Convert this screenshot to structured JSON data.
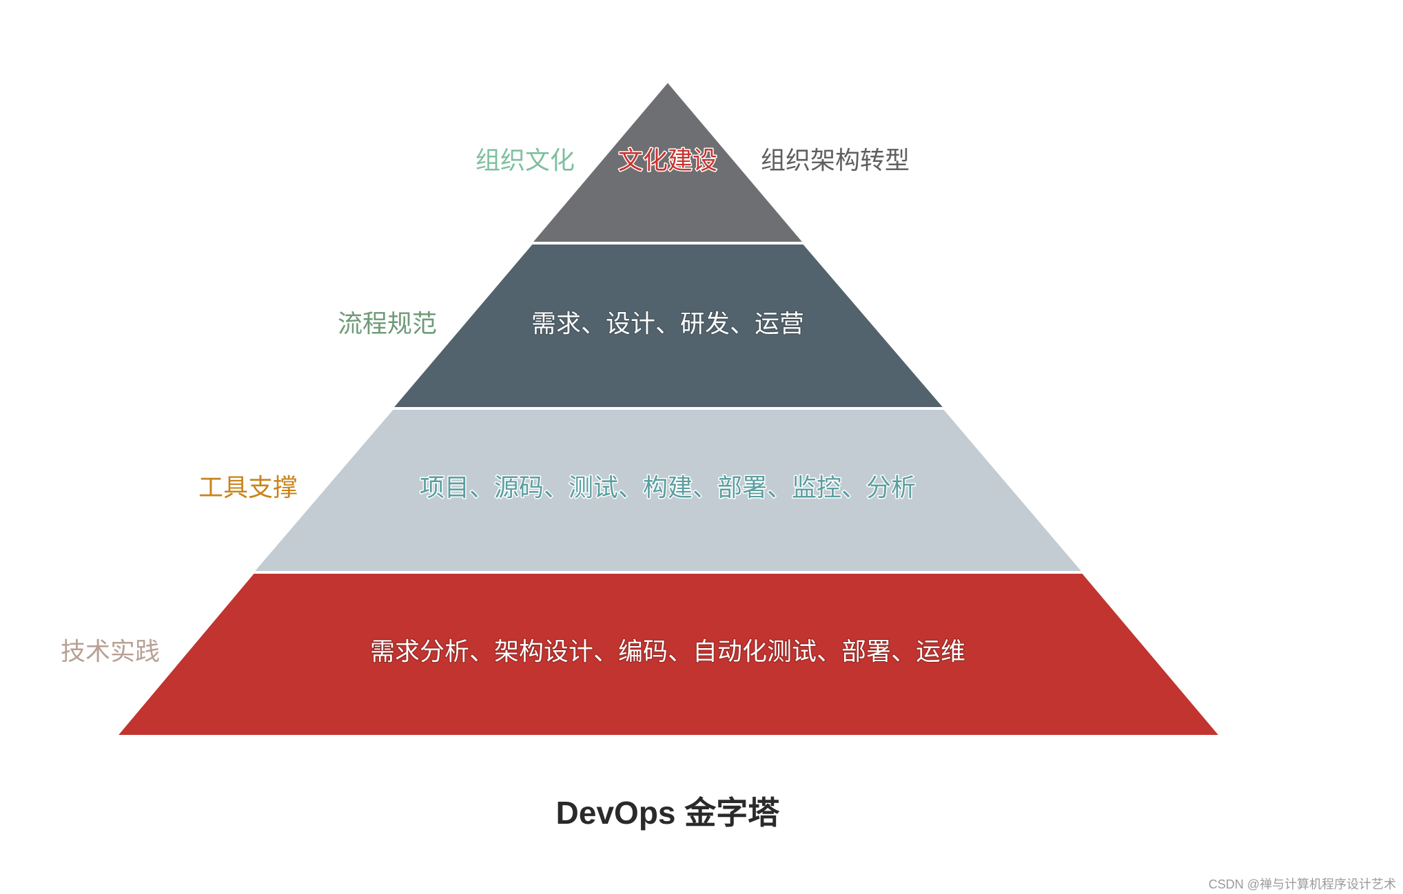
{
  "diagram": {
    "title": "DevOps 金字塔",
    "levels": [
      {
        "left_label": "组织文化",
        "center_text": "文化建设",
        "right_label": "组织架构转型",
        "fill_color": "#6e6f73",
        "left_label_color": "#7fbf9e",
        "center_text_color": "#c8332e",
        "right_label_color": "#5f5f5f"
      },
      {
        "left_label": "流程规范",
        "center_text": "需求、设计、研发、运营",
        "fill_color": "#53636d",
        "left_label_color": "#6f9a78",
        "center_text_color": "#ffffff"
      },
      {
        "left_label": "工具支撑",
        "center_text": "项目、源码、测试、构建、部署、监控、分析",
        "fill_color": "#c3ccd3",
        "left_label_color": "#c9831b",
        "center_text_color": "#5a9ea0"
      },
      {
        "left_label": "技术实践",
        "center_text": "需求分析、架构设计、编码、自动化测试、部署、运维",
        "fill_color": "#c1342f",
        "left_label_color": "#b8a094",
        "center_text_color": "#ffffff"
      }
    ]
  },
  "watermark": "CSDN @禅与计算机程序设计艺术"
}
